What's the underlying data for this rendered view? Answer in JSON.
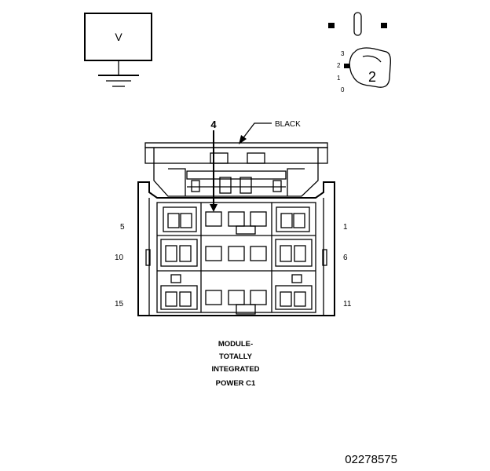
{
  "meter": {
    "symbol": "V"
  },
  "key": {
    "position": "2",
    "pos_3": "3",
    "pos_2": "2",
    "pos_1": "1",
    "pos_0": "0"
  },
  "connector": {
    "color_label": "BLACK",
    "pin_callout": "4",
    "pin_top_left": "5",
    "pin_top_right": "1",
    "pin_mid_left": "10",
    "pin_mid_right": "6",
    "pin_bottom_left": "15",
    "pin_bottom_right": "11"
  },
  "caption": {
    "line1": "MODULE-",
    "line2": "TOTALLY",
    "line3": "INTEGRATED",
    "line4": "POWER C1"
  },
  "figure_id": "02278575"
}
